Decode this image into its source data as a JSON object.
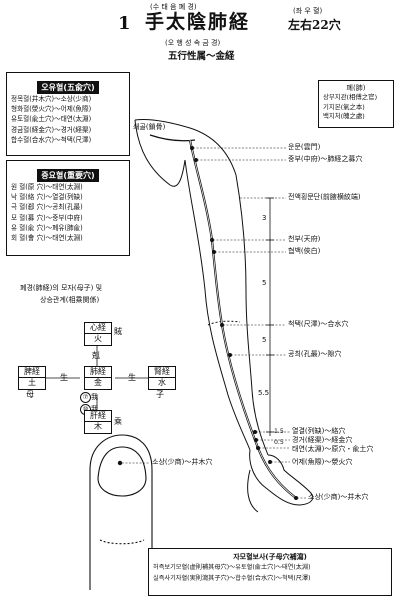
{
  "header": {
    "number": "1",
    "title": "手太陰肺経",
    "title_reading": "(수 태 음 폐 경)",
    "side_reading": "(좌 우   혈)",
    "side": "左右22穴",
    "subtitle_reading": "(오 행 성 속   금 경)",
    "subtitle": "五行性属～金経"
  },
  "shu_points": {
    "title": "오유혈(五兪穴)",
    "rows": [
      "정목혈(井木穴)～소상(少商)",
      "형화혈(滎火穴)～어제(魚際)",
      "유토혈(兪土穴)～태연(太淵)",
      "경금혈(経金穴)～경거(経渠)",
      "합수혈(合水穴)～척택(尺澤)"
    ]
  },
  "key_points": {
    "title": "중요혈(重要穴)",
    "rows": [
      "원    혈(原    穴)～태연(太淵)",
      "낙    혈(絡    穴)～열결(列缺)",
      "극    혈(郄    穴)～공최(孔最)",
      "모    혈(募    穴)～중부(中府)",
      "유    혈(兪    穴)～폐유(肺兪)",
      "회    혈(會    穴)～태연(太淵)"
    ]
  },
  "lung_box": {
    "title": "폐(肺)",
    "rows": [
      "상부지관(相傅之官)",
      "기지본(氣之本)",
      "백지처(魄之處)"
    ]
  },
  "points": {
    "clavicle": "쇄골(鎖骨)",
    "yunmen": "운문(雲門)",
    "zhongfu": "중부(中府)～肺経之募穴",
    "axilla_line": "전액횡문단(前腋横紋端)",
    "tianfu": "천부(天府)",
    "xiabai": "협백(俠白)",
    "chize": "척택(尺澤)～合水穴",
    "kongzui": "공최(孔最)～隙穴",
    "lieque": "열결(列缺)～絡穴",
    "jingqu": "경거(経渠)～経金穴",
    "taiyuan": "태연(太淵)～原穴・兪土穴",
    "yuji": "어제(魚際)～滎火穴",
    "shaoshang": "소상(少商)～井木穴",
    "thumb_shaoshang": "소상(少商)～井木穴"
  },
  "measures": {
    "m3": "3",
    "m5a": "5",
    "m5b": "5",
    "m55": "5.5",
    "m15": "1.5",
    "m05": "0.5"
  },
  "relation": {
    "title_line1": "폐경(肺経)의 모자(母子) 및",
    "title_line2": "상승관계(相乘関係)",
    "top_name": "心経",
    "top_el": "火",
    "center_name": "肺経",
    "center_el": "金",
    "left_name": "脾経",
    "left_el": "土",
    "right_name": "腎経",
    "right_el": "水",
    "bottom_name": "肝経",
    "bottom_el": "木",
    "sheng_left": "生",
    "sheng_right": "生",
    "ke_top": "剋",
    "cheng_top": "賊",
    "cheng_bottom": "乘",
    "mother": "母",
    "child": "子",
    "self_a": "我",
    "self_b": "我",
    "circle_a": "⑦",
    "circle_b": "⑩"
  },
  "tonify": {
    "title": "자모혈보사(子母穴補瀉)",
    "row1": "허즉보기모혈(虚則補其母穴)～유토혈(兪土穴)～태연(太淵)",
    "row2": "실즉사기자혈(実則瀉其子穴)～합수혈(合水穴)～척택(尺澤)"
  }
}
